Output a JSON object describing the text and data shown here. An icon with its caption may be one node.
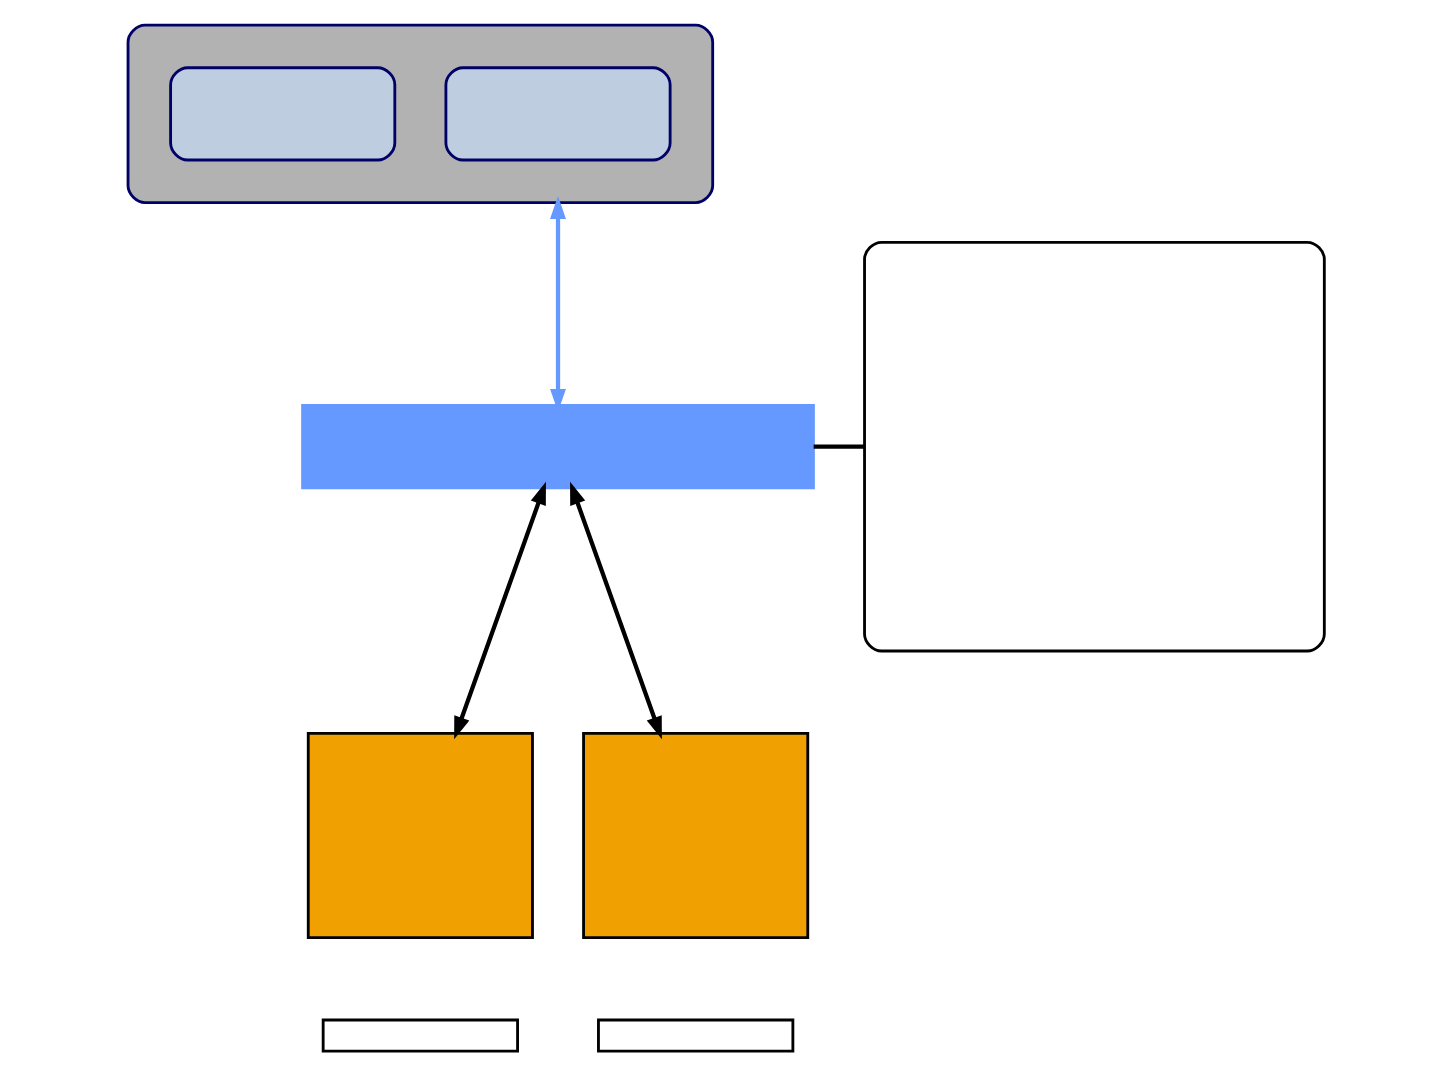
{
  "diagram": {
    "nodes": [
      {
        "text": [],
        "shape": "box"
      },
      {
        "text": [],
        "shape": "box",
        "in": 0
      },
      {
        "text": [],
        "shape": "box",
        "in": 0
      },
      {
        "text": [],
        "shape": "box"
      },
      {
        "text": [],
        "shape": "box"
      },
      {
        "text": [],
        "shape": "box"
      },
      {
        "text": [],
        "shape": "box"
      },
      {
        "text": [],
        "shape": "box"
      },
      {
        "text": [],
        "shape": "box"
      }
    ],
    "edges": [
      {
        "from": 0,
        "to": 3,
        "arrow": "both",
        "color": "#6699ff"
      },
      {
        "from": 4,
        "to": 3,
        "arrow": "none"
      },
      {
        "from": 3,
        "to": 5,
        "arrow": "both"
      },
      {
        "from": 3,
        "to": 6,
        "arrow": "both"
      }
    ]
  }
}
